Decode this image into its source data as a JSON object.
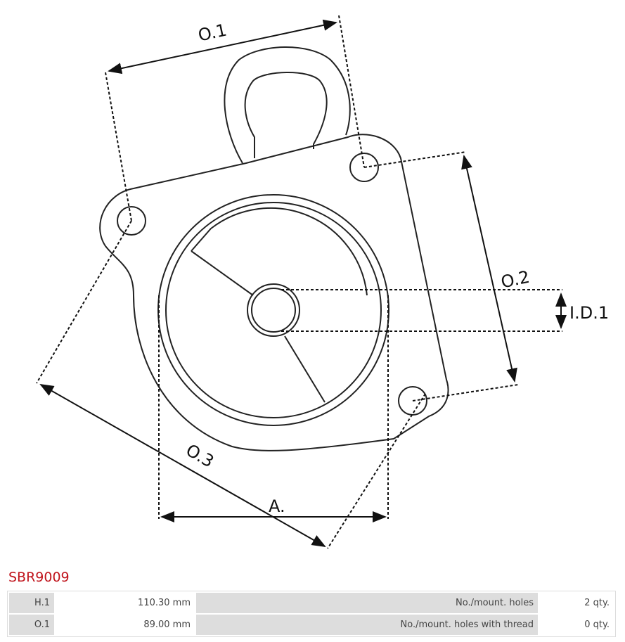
{
  "product": {
    "code": "SBR9009"
  },
  "diagram": {
    "labels": {
      "o1": "O.1",
      "o2": "O.2",
      "o3": "O.3",
      "id1": "I.D.1",
      "a": "A."
    }
  },
  "specs": [
    {
      "key": "H.1",
      "value": "110.30 mm",
      "key2": "No./mount. holes",
      "value2": "2 qty."
    },
    {
      "key": "O.1",
      "value": "89.00 mm",
      "key2": "No./mount. holes with thread",
      "value2": "0 qty."
    }
  ],
  "colors": {
    "title": "#c0141c",
    "header_cell": "#dddddd"
  }
}
